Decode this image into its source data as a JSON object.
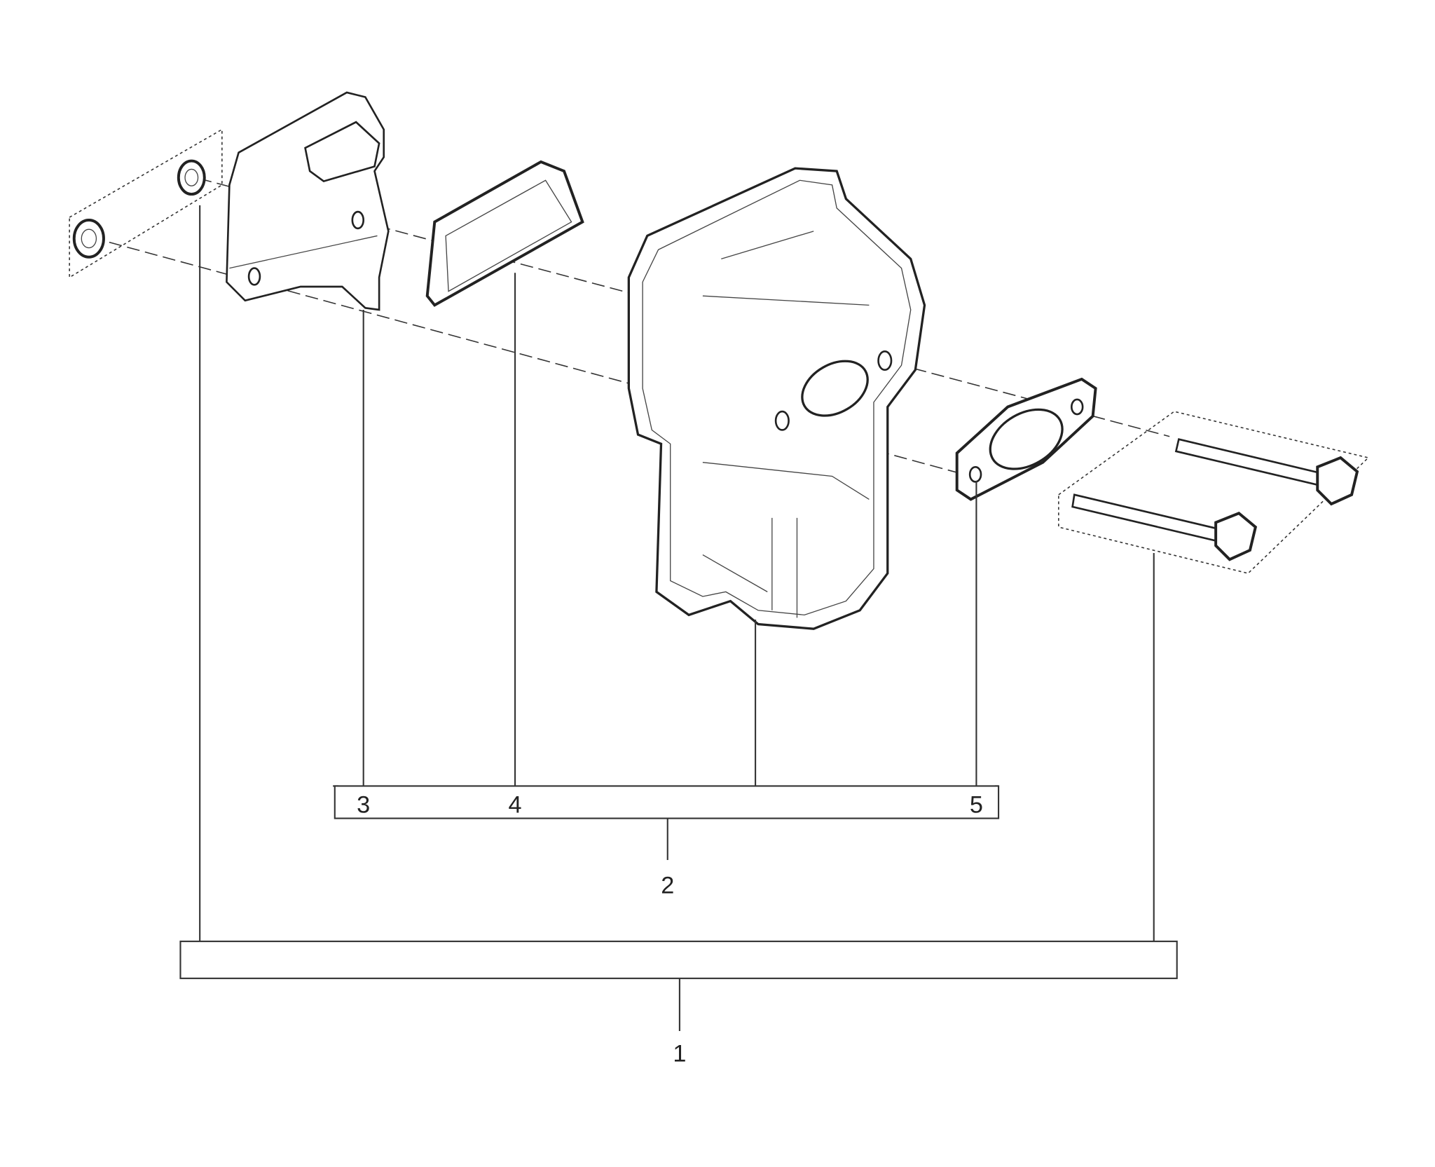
{
  "diagram": {
    "type": "exploded-parts",
    "callouts": [
      {
        "id": "1",
        "label": "1"
      },
      {
        "id": "2",
        "label": "2"
      },
      {
        "id": "3",
        "label": "3"
      },
      {
        "id": "4",
        "label": "4"
      },
      {
        "id": "5",
        "label": "5"
      }
    ]
  }
}
